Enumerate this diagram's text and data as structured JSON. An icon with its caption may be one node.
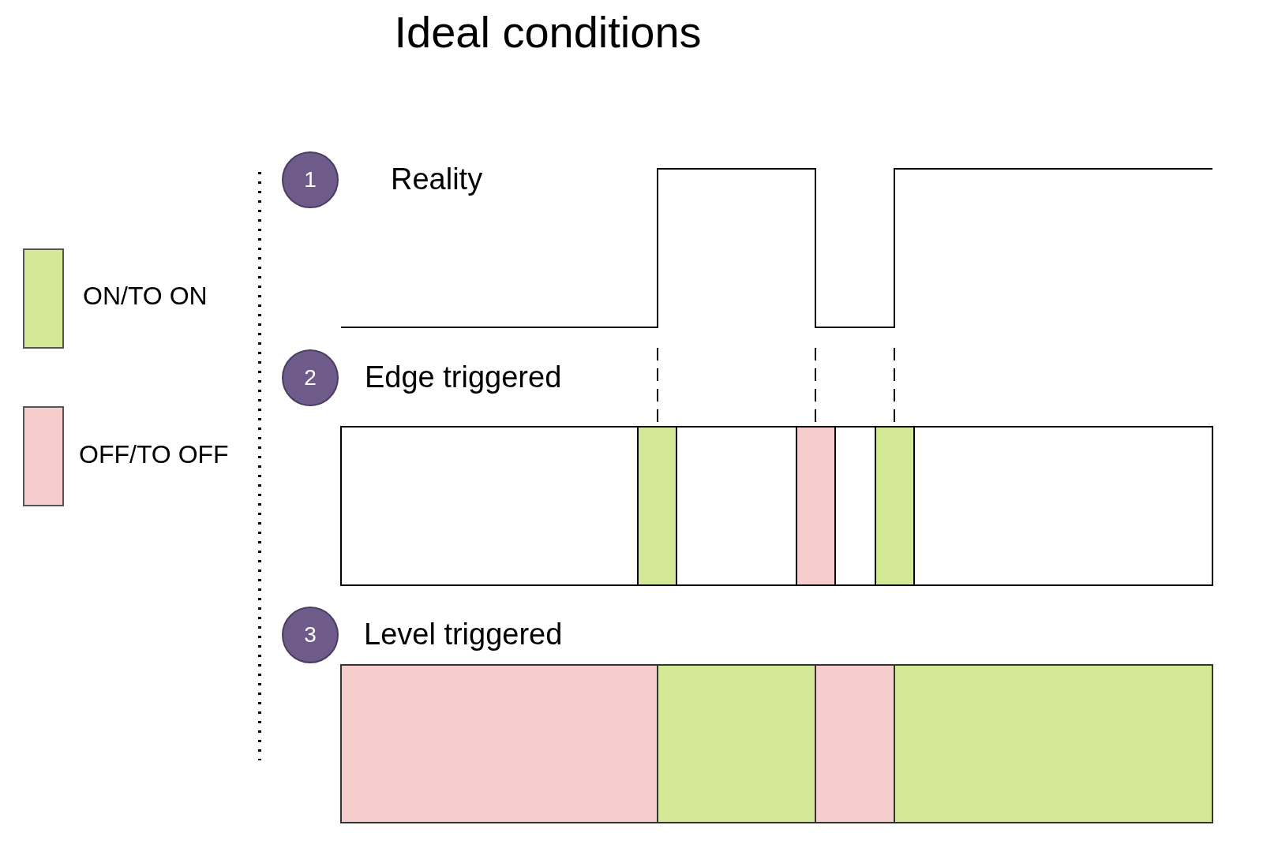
{
  "diagram": {
    "title": "Ideal conditions",
    "nodes": [
      {
        "text": [
          "1"
        ],
        "beside": [
          "Reality"
        ]
      },
      {
        "text": [
          "2"
        ],
        "beside": [
          "Edge triggered"
        ]
      },
      {
        "text": [
          "3"
        ],
        "beside": [
          "Level triggered"
        ]
      }
    ],
    "legend": [
      {
        "text": "ON/TO ON",
        "color": "#d4e996"
      },
      {
        "text": "OFF/TO OFF",
        "color": "#f6cccc"
      }
    ]
  }
}
